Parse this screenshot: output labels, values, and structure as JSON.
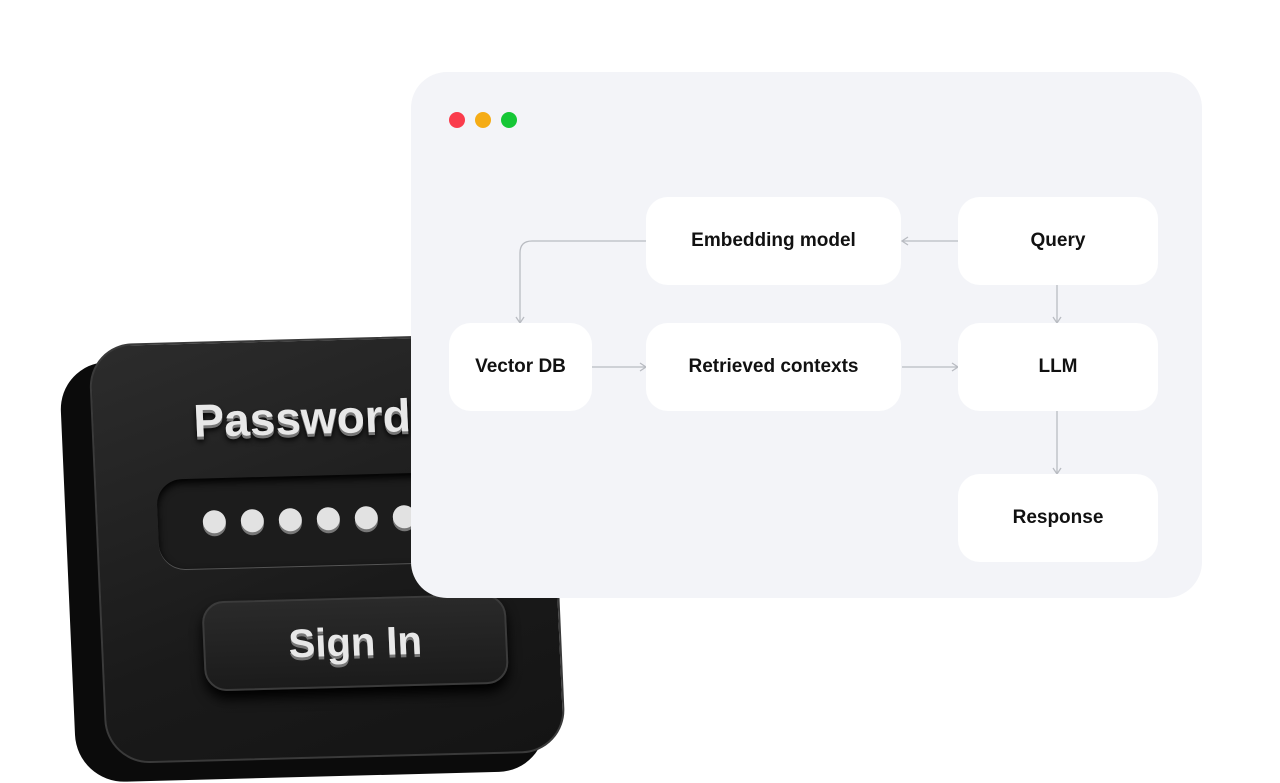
{
  "login_card": {
    "title": "Password",
    "masked_dots": 6,
    "button_label": "Sign In"
  },
  "window": {
    "controls": [
      {
        "name": "close",
        "color": "#fa3c4c"
      },
      {
        "name": "minimize",
        "color": "#f5ac16"
      },
      {
        "name": "maximize",
        "color": "#15c736"
      }
    ]
  },
  "diagram": {
    "nodes": {
      "embedding": "Embedding model",
      "query": "Query",
      "vector_db": "Vector DB",
      "retrieved": "Retrieved contexts",
      "llm": "LLM",
      "response": "Response"
    },
    "edges": [
      [
        "query",
        "embedding"
      ],
      [
        "embedding",
        "vector_db"
      ],
      [
        "vector_db",
        "retrieved"
      ],
      [
        "retrieved",
        "llm"
      ],
      [
        "query",
        "llm"
      ],
      [
        "llm",
        "response"
      ]
    ]
  }
}
